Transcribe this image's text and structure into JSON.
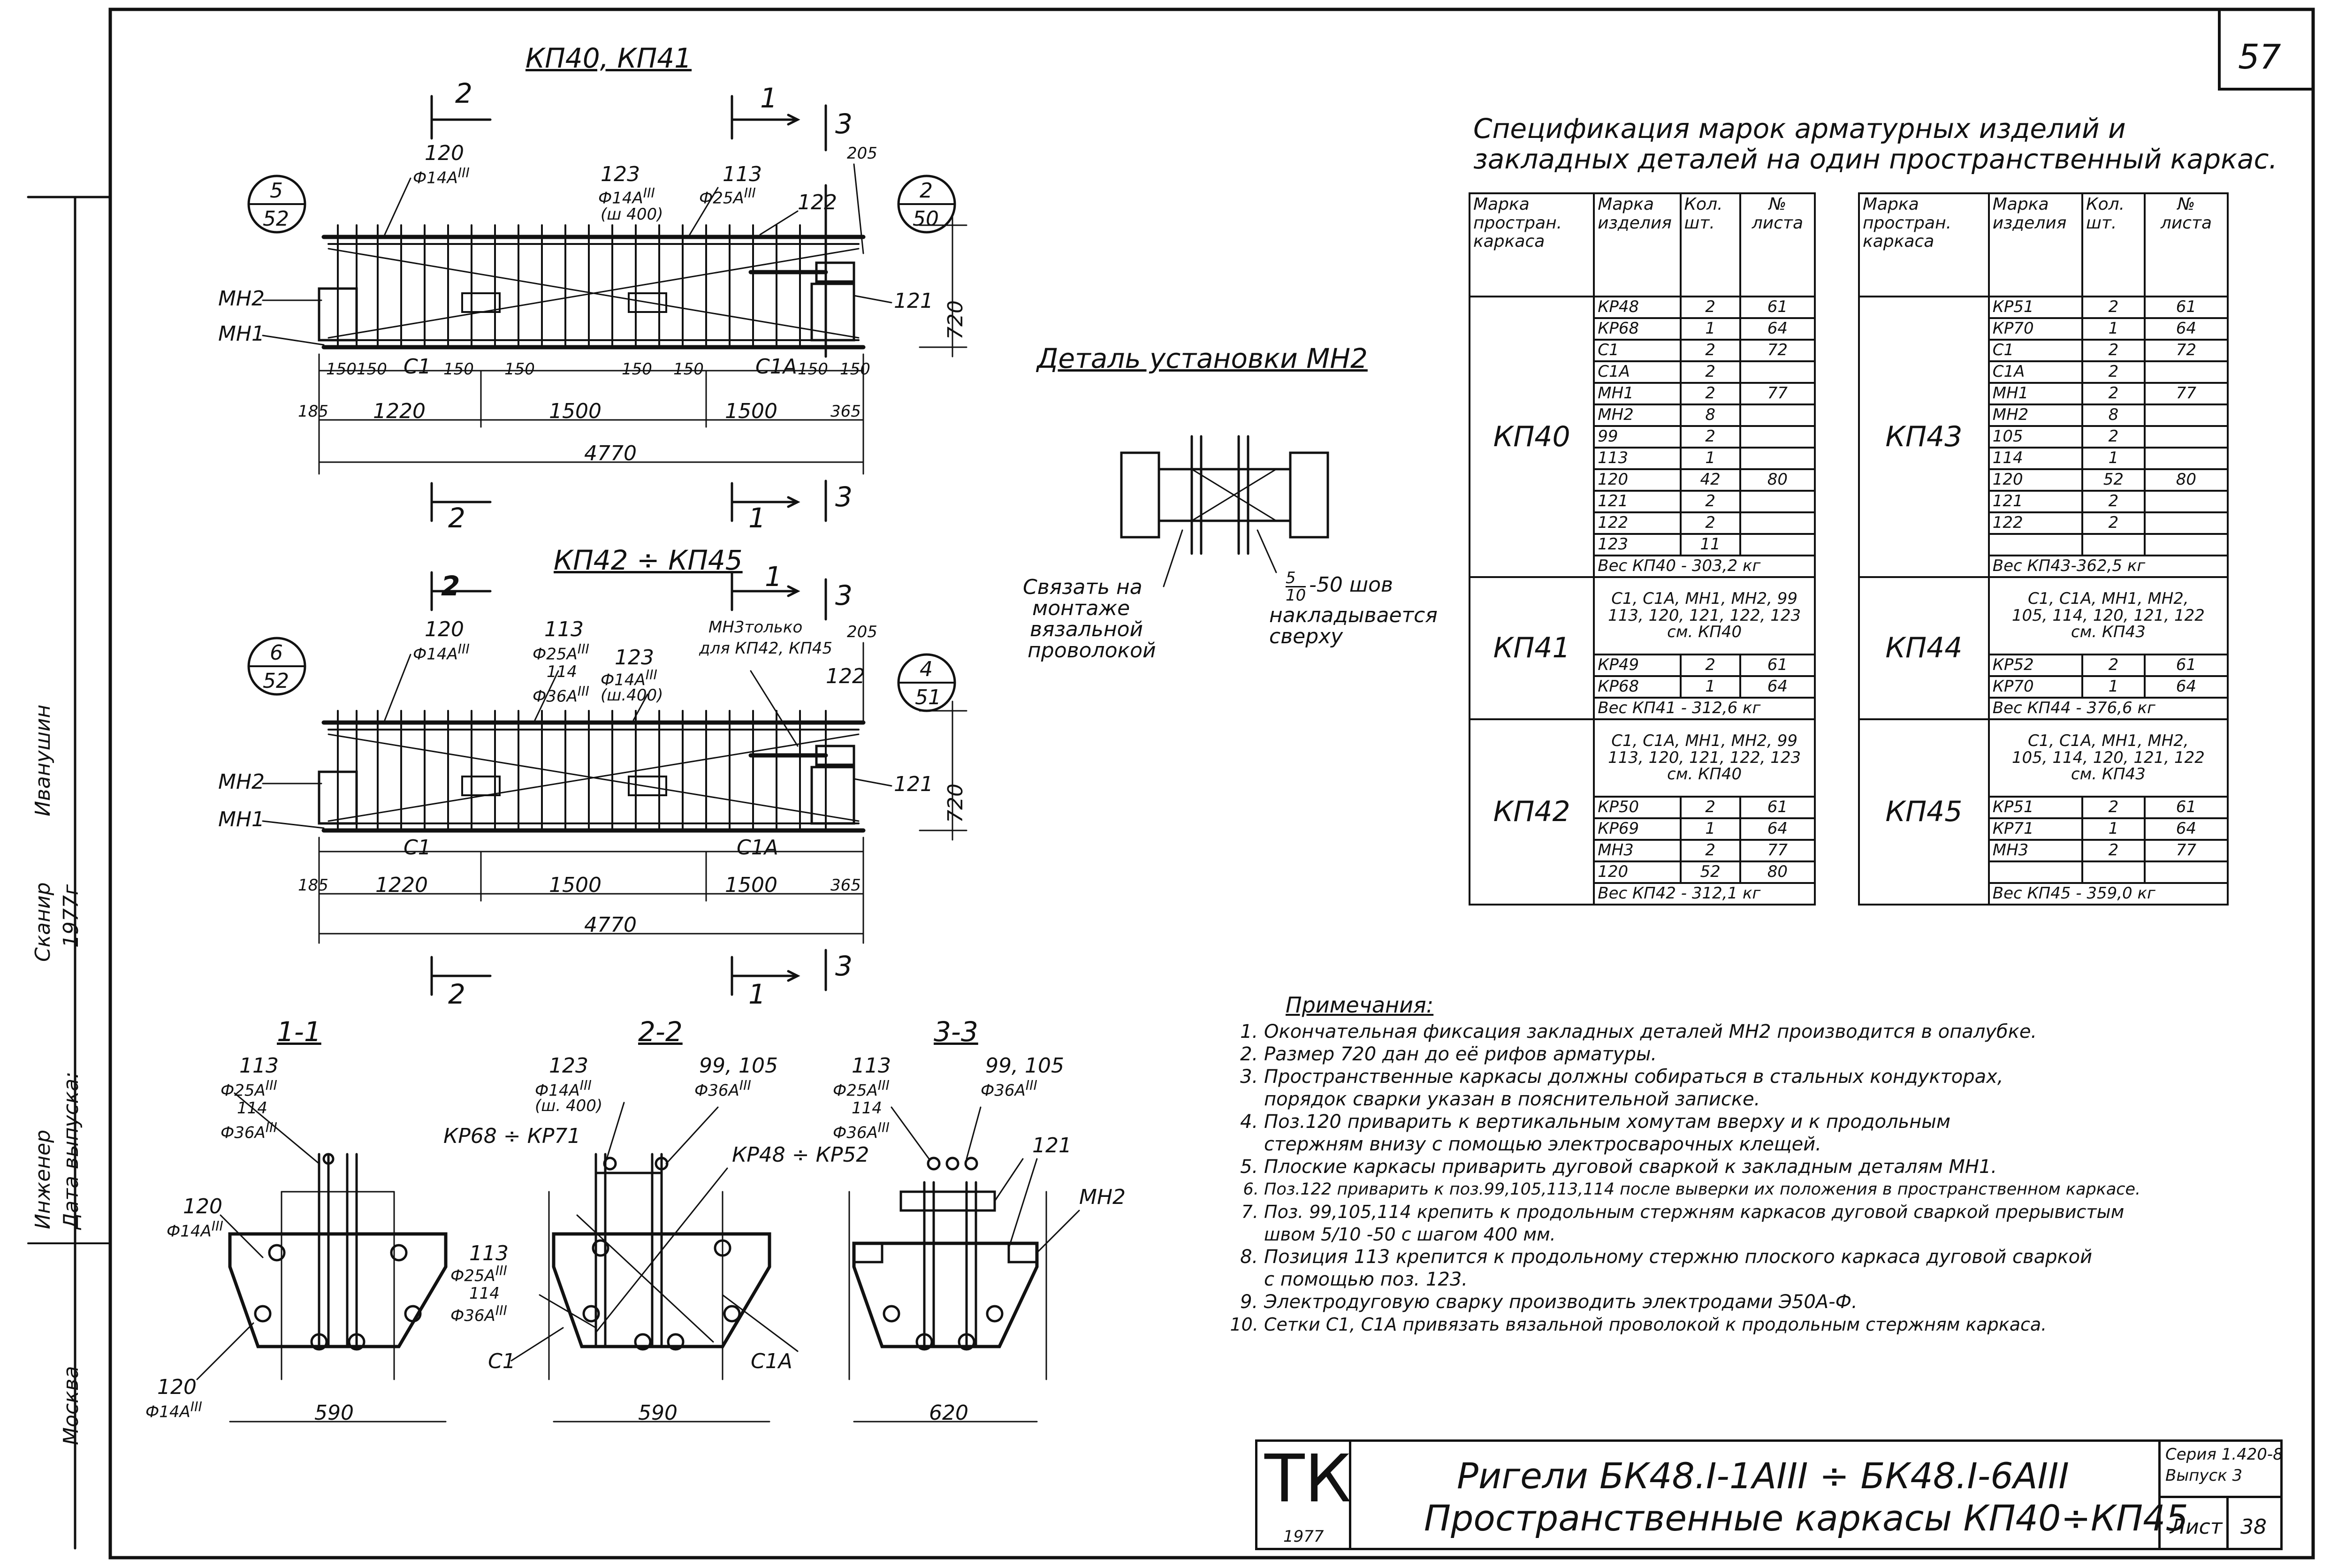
{
  "page_number": "57",
  "drawing_top": {
    "title": "КП40, КП41",
    "sec2": "2",
    "sec1": "1",
    "sec3": "3",
    "bar120": {
      "pos": "120",
      "dia": "Ф14А",
      "cls": "III"
    },
    "bar123": {
      "pos": "123",
      "dia": "Ф14А",
      "cls": "III",
      "note": "(ш 400)"
    },
    "bar113": {
      "pos": "113",
      "dia": "Ф25А",
      "cls": "III"
    },
    "bar122": "122",
    "bar121": "121",
    "dim205": "205",
    "dim720": "720",
    "callout_left": {
      "top": "5",
      "bottom": "52"
    },
    "callout_right": {
      "top": "2",
      "bottom": "50"
    },
    "mn2": "МН2",
    "mn1": "МН1",
    "c1": "С1",
    "c1a": "С1А",
    "small_dims": [
      "150",
      "150",
      "150",
      "150",
      "150",
      "150",
      "150",
      "150"
    ],
    "dim185": "185",
    "dim1220": "1220",
    "dim1500a": "1500",
    "dim1500b": "1500",
    "dim365": "365",
    "dim_total": "4770"
  },
  "drawing_mid": {
    "title": "КП42 ÷ КП45",
    "sec2": "2",
    "sec1": "1",
    "sec3": "3",
    "bar120": {
      "pos": "120",
      "dia": "Ф14А",
      "cls": "III"
    },
    "bar113": {
      "pos": "113",
      "dia": "Ф25А",
      "cls": "III"
    },
    "bar114": {
      "pos": "114",
      "dia": "Ф36А",
      "cls": "III"
    },
    "bar123": {
      "pos": "123",
      "dia": "Ф14А",
      "cls": "III",
      "note": "(ш.400)"
    },
    "mn3_note": [
      "МН3только",
      "для КП42, КП45"
    ],
    "dim205": "205",
    "bar122": "122",
    "bar121": "121",
    "dim720": "720",
    "callout_left": {
      "top": "6",
      "bottom": "52"
    },
    "callout_right": {
      "top": "4",
      "bottom": "51"
    },
    "mn2": "МН2",
    "mn1": "МН1",
    "c1": "С1",
    "c1a": "С1А",
    "dim185": "185",
    "dim1220": "1220",
    "dim1500a": "1500",
    "dim1500b": "1500",
    "dim365": "365",
    "dim_total": "4770"
  },
  "detail": {
    "title": "Деталь установки МН2",
    "left_note": [
      "Связать на",
      "монтаже",
      "вязальной",
      "проволокой"
    ],
    "right_note_frac": {
      "num": "5",
      "den": "10"
    },
    "right_note": [
      "-50 шов",
      "накладывается",
      "сверху"
    ]
  },
  "sections": {
    "s11": {
      "title": "1-1",
      "bar113": {
        "pos": "113",
        "dia": "Ф25А",
        "cls": "III"
      },
      "bar114": {
        "pos": "114",
        "dia": "Ф36А",
        "cls": "III"
      },
      "bar120a": {
        "pos": "120",
        "dia": "Ф14А",
        "cls": "III"
      },
      "bar120b": {
        "pos": "120",
        "dia": "Ф14А",
        "cls": "III"
      },
      "width": "590"
    },
    "s22": {
      "title": "2-2",
      "bar123": {
        "pos": "123",
        "dia": "Ф14А",
        "cls": "III",
        "note": "(ш. 400)"
      },
      "bar99": {
        "pos": "99, 105",
        "dia": "Ф36А",
        "cls": "III"
      },
      "kp68": "КР68 ÷ КР71",
      "kp48": "КР48 ÷ КР52",
      "bar113": {
        "pos": "113",
        "dia": "Ф25А",
        "cls": "III"
      },
      "bar114": {
        "pos": "114",
        "dia": "Ф36А",
        "cls": "III"
      },
      "c1": "С1",
      "c1a": "С1А",
      "width": "590"
    },
    "s33": {
      "title": "3-3",
      "bar113": {
        "pos": "113",
        "dia": "Ф25А",
        "cls": "III"
      },
      "bar114": {
        "pos": "114",
        "dia": "Ф36А",
        "cls": "III"
      },
      "bar99": {
        "pos": "99, 105",
        "dia": "Ф36А",
        "cls": "III"
      },
      "bar121": "121",
      "mn2": "МН2",
      "width": "620"
    }
  },
  "spec": {
    "title_line1": "Спецификация марок арматурных изделий и",
    "title_line2": "закладных деталей на один пространственный каркас.",
    "headers": {
      "col1": [
        "Марка",
        "простран.",
        "каркаса"
      ],
      "col2": [
        "Марка",
        "изделия"
      ],
      "col3": [
        "Кол.",
        "шт."
      ],
      "col4": [
        "№",
        "листа"
      ]
    },
    "headers_right": {
      "col1": [
        "Марка",
        "простран.",
        "каркаса"
      ],
      "col2": [
        "Марка",
        "изделия"
      ],
      "col3": [
        "Кол.",
        "шт."
      ],
      "col4": [
        "№",
        "листа"
      ]
    },
    "left": {
      "kp40": {
        "mark": "КП40",
        "rows": [
          {
            "item": "КР48",
            "qty": "2",
            "sheet": "61"
          },
          {
            "item": "КР68",
            "qty": "1",
            "sheet": "64"
          },
          {
            "item": "С1",
            "qty": "2",
            "sheet": "72"
          },
          {
            "item": "С1А",
            "qty": "2",
            "sheet": ""
          },
          {
            "item": "МН1",
            "qty": "2",
            "sheet": "77"
          },
          {
            "item": "МН2",
            "qty": "8",
            "sheet": ""
          },
          {
            "item": "99",
            "qty": "2",
            "sheet": ""
          },
          {
            "item": "113",
            "qty": "1",
            "sheet": ""
          },
          {
            "item": "120",
            "qty": "42",
            "sheet": "80"
          },
          {
            "item": "121",
            "qty": "2",
            "sheet": ""
          },
          {
            "item": "122",
            "qty": "2",
            "sheet": ""
          },
          {
            "item": "123",
            "qty": "11",
            "sheet": ""
          }
        ],
        "weight": "Вес КП40 - 303,2 кг"
      },
      "kp41": {
        "mark": "КП41",
        "note": [
          "С1, С1А, МН1, МН2, 99",
          "113, 120, 121, 122, 123",
          "см. КП40"
        ],
        "rows": [
          {
            "item": "КР49",
            "qty": "2",
            "sheet": "61"
          },
          {
            "item": "КР68",
            "qty": "1",
            "sheet": "64"
          }
        ],
        "weight": "Вес КП41 - 312,6 кг"
      },
      "kp42": {
        "mark": "КП42",
        "note": [
          "С1, С1А, МН1, МН2, 99",
          "113, 120, 121, 122, 123",
          "см. КП40"
        ],
        "rows": [
          {
            "item": "КР50",
            "qty": "2",
            "sheet": "61"
          },
          {
            "item": "КР69",
            "qty": "1",
            "sheet": "64"
          },
          {
            "item": "МН3",
            "qty": "2",
            "sheet": "77"
          },
          {
            "item": "120",
            "qty": "52",
            "sheet": "80"
          }
        ],
        "weight": "Вес КП42 - 312,1 кг"
      }
    },
    "right": {
      "kp43": {
        "mark": "КП43",
        "rows": [
          {
            "item": "КР51",
            "qty": "2",
            "sheet": "61"
          },
          {
            "item": "КР70",
            "qty": "1",
            "sheet": "64"
          },
          {
            "item": "С1",
            "qty": "2",
            "sheet": "72"
          },
          {
            "item": "С1А",
            "qty": "2",
            "sheet": ""
          },
          {
            "item": "МН1",
            "qty": "2",
            "sheet": "77"
          },
          {
            "item": "МН2",
            "qty": "8",
            "sheet": ""
          },
          {
            "item": "105",
            "qty": "2",
            "sheet": ""
          },
          {
            "item": "114",
            "qty": "1",
            "sheet": ""
          },
          {
            "item": "120",
            "qty": "52",
            "sheet": "80"
          },
          {
            "item": "121",
            "qty": "2",
            "sheet": ""
          },
          {
            "item": "122",
            "qty": "2",
            "sheet": ""
          },
          {
            "item": "",
            "qty": "",
            "sheet": ""
          }
        ],
        "weight": "Вес КП43-362,5 кг"
      },
      "kp44": {
        "mark": "КП44",
        "note": [
          "С1, С1А, МН1, МН2,",
          "105, 114, 120, 121, 122",
          "см. КП43"
        ],
        "rows": [
          {
            "item": "КР52",
            "qty": "2",
            "sheet": "61"
          },
          {
            "item": "КР70",
            "qty": "1",
            "sheet": "64"
          }
        ],
        "weight": "Вес КП44 - 376,6 кг"
      },
      "kp45": {
        "mark": "КП45",
        "note": [
          "С1, С1А, МН1, МН2,",
          "105, 114, 120, 121, 122",
          "см. КП43"
        ],
        "rows": [
          {
            "item": "КР51",
            "qty": "2",
            "sheet": "61"
          },
          {
            "item": "КР71",
            "qty": "1",
            "sheet": "64"
          },
          {
            "item": "МН3",
            "qty": "2",
            "sheet": "77"
          },
          {
            "item": "",
            "qty": "",
            "sheet": ""
          }
        ],
        "weight": "Вес КП45 - 359,0 кг"
      }
    }
  },
  "notes": {
    "title": "Примечания:",
    "items": [
      "Окончательная фиксация закладных деталей МН2 производится в опалубке.",
      "Размер 720 дан до её рифов арматуры.",
      "Пространственные каркасы должны собираться в стальных кондукторах,",
      "порядок сварки указан в пояснительной записке.",
      "Поз.120 приварить к вертикальным хомутам вверху и к продольным",
      "стержням внизу с помощью электросварочных клещей.",
      "Плоские каркасы приварить дуговой сваркой к закладным деталям МН1.",
      "Поз.122 приварить к поз.99,105,113,114 после выверки их положения в пространственном каркасе.",
      "Поз. 99,105,114 крепить к продольным стержням каркасов дуговой сваркой прерывистым",
      "швом 5/10 -50 с шагом 400 мм.",
      "Позиция 113 крепится к продольному стержню плоского каркаса дуговой сваркой",
      "с помощью поз. 123.",
      "Электродуговую сварку производить электродами Э50А-Ф.",
      "Сетки С1, С1А привязать вязальной проволокой к продольным стержням каркаса."
    ]
  },
  "title_block": {
    "org": "ТК",
    "year": "1977",
    "line1": "Ригели БК48.I-1АIII ÷ БК48.I-6АIII",
    "line2": "Пространственные каркасы КП40÷КП45",
    "series": "Серия 1.420-8",
    "issue": "Выпуск 3",
    "sheet_label": "Лист",
    "sheet_no": "38"
  },
  "binding": {
    "row1": "Инженер",
    "row1_sign": "Сканир",
    "row1_name": "Иванушин",
    "row2": "Дата выпуска:",
    "row2_val": "1977г",
    "row3": "Москва"
  }
}
